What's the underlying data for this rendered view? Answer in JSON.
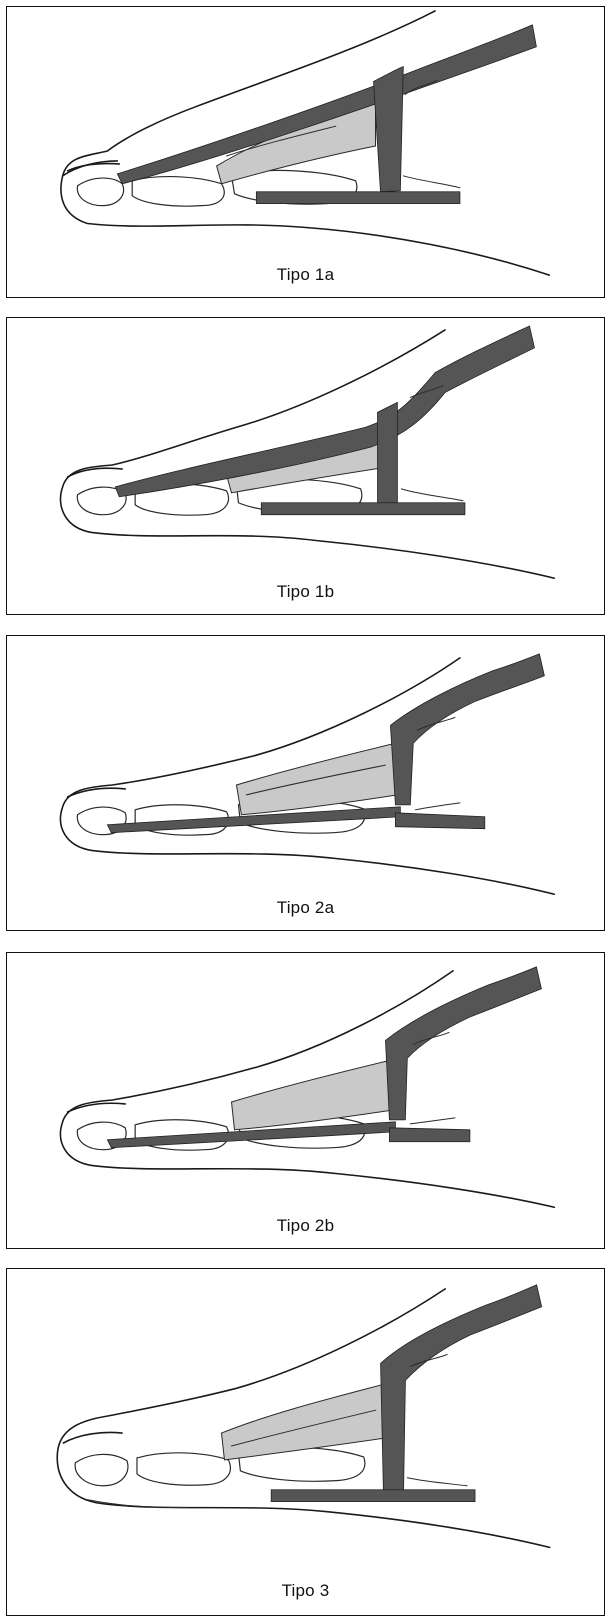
{
  "panels": [
    {
      "caption": "Tipo 1a"
    },
    {
      "caption": "Tipo 1b"
    },
    {
      "caption": "Tipo 2a"
    },
    {
      "caption": "Tipo 2b"
    },
    {
      "caption": "Tipo 3"
    }
  ],
  "colors": {
    "tendon": "#4a4a4a",
    "muscle": "#c9c9c9",
    "outline": "#1a1a1a",
    "background": "#ffffff"
  }
}
